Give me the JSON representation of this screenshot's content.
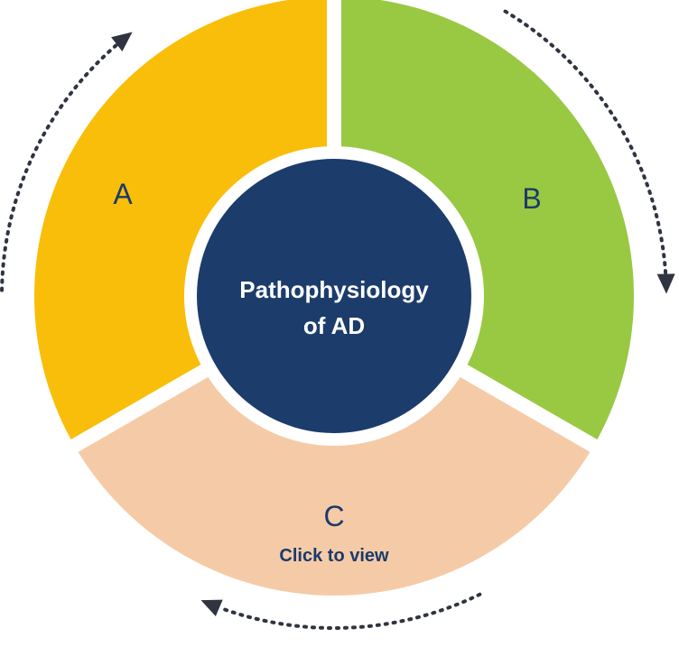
{
  "center": {
    "line1": "Pathophysiology",
    "line2": "of AD"
  },
  "segments": [
    {
      "id": "A",
      "label": "A",
      "color": "#F9BE0A"
    },
    {
      "id": "B",
      "label": "B",
      "color": "#99C843"
    },
    {
      "id": "C",
      "label": "C",
      "sublabel": "Click to view",
      "color": "#F5CBA7"
    }
  ],
  "colors": {
    "center_fill": "#1C3C6B",
    "center_ring": "#ffffff",
    "label_text": "#1B3A6B",
    "arrow": "#2F3440"
  }
}
